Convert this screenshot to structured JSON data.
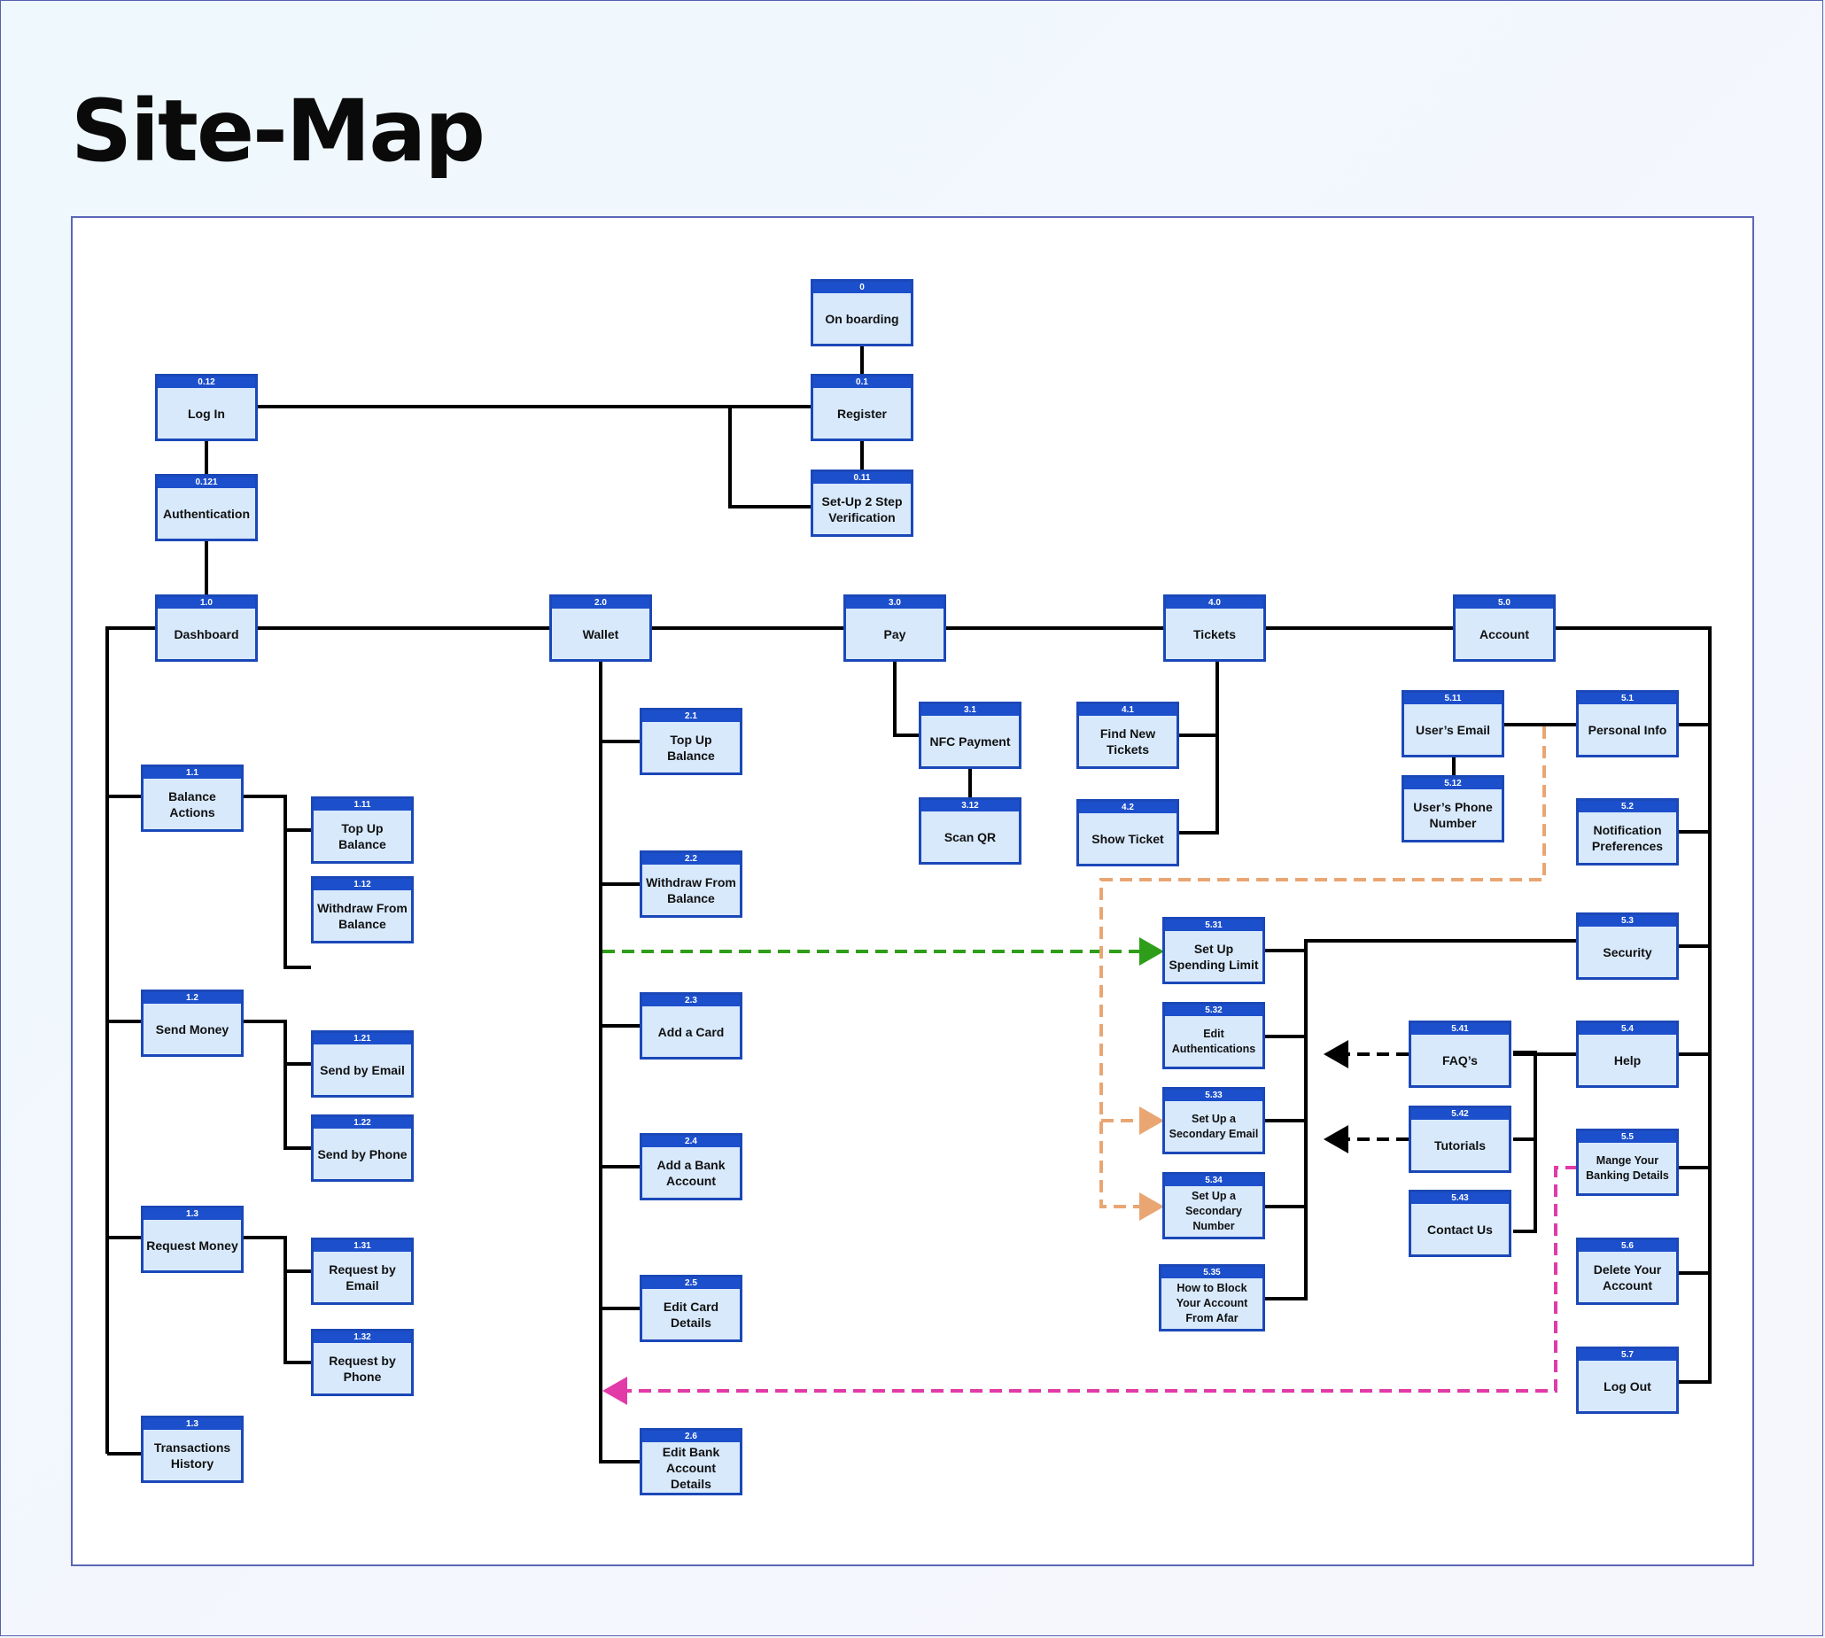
{
  "title": "Site-Map",
  "colors": {
    "node_fill": "#d8e9fc",
    "node_border": "#1b48b8",
    "code_bar": "#1c4fcb",
    "connector": "#000000",
    "green_link": "#2e9e1a",
    "orange_link": "#e9a673",
    "pink_link": "#e23aa8"
  },
  "nodes": [
    {
      "id": "onboarding",
      "code": "0",
      "label": "On boarding"
    },
    {
      "id": "register",
      "code": "0.1",
      "label": "Register"
    },
    {
      "id": "login",
      "code": "0.12",
      "label": "Log In"
    },
    {
      "id": "authentication",
      "code": "0.121",
      "label": "Authentication"
    },
    {
      "id": "setup-2step",
      "code": "0.11",
      "label": "Set-Up 2 Step Verification"
    },
    {
      "id": "dashboard",
      "code": "1.0",
      "label": "Dashboard"
    },
    {
      "id": "wallet",
      "code": "2.0",
      "label": "Wallet"
    },
    {
      "id": "pay",
      "code": "3.0",
      "label": "Pay"
    },
    {
      "id": "tickets",
      "code": "4.0",
      "label": "Tickets"
    },
    {
      "id": "account",
      "code": "5.0",
      "label": "Account"
    },
    {
      "id": "balance-actions",
      "code": "1.1",
      "label": "Balance Actions"
    },
    {
      "id": "top-up-balance-1",
      "code": "1.11",
      "label": "Top Up Balance"
    },
    {
      "id": "withdraw-from-balance-1",
      "code": "1.12",
      "label": "Withdraw From Balance"
    },
    {
      "id": "send-money",
      "code": "1.2",
      "label": "Send Money"
    },
    {
      "id": "send-by-email",
      "code": "1.21",
      "label": "Send by Email"
    },
    {
      "id": "send-by-phone",
      "code": "1.22",
      "label": "Send by Phone"
    },
    {
      "id": "request-money",
      "code": "1.3",
      "label": "Request Money"
    },
    {
      "id": "request-by-email",
      "code": "1.31",
      "label": "Request by Email"
    },
    {
      "id": "request-by-phone",
      "code": "1.32",
      "label": "Request by Phone"
    },
    {
      "id": "transactions-history",
      "code": "1.3",
      "label": "Transactions History"
    },
    {
      "id": "top-up-balance-2",
      "code": "2.1",
      "label": "Top Up Balance"
    },
    {
      "id": "withdraw-from-balance-2",
      "code": "2.2",
      "label": "Withdraw From Balance"
    },
    {
      "id": "add-a-card",
      "code": "2.3",
      "label": "Add a Card"
    },
    {
      "id": "add-a-bank-account",
      "code": "2.4",
      "label": "Add a Bank Account"
    },
    {
      "id": "edit-card-details",
      "code": "2.5",
      "label": "Edit Card Details"
    },
    {
      "id": "edit-bank-account-details",
      "code": "2.6",
      "label": "Edit Bank Account Details"
    },
    {
      "id": "nfc-payment",
      "code": "3.1",
      "label": "NFC Payment"
    },
    {
      "id": "scan-qr",
      "code": "3.12",
      "label": "Scan QR"
    },
    {
      "id": "find-new-tickets",
      "code": "4.1",
      "label": "Find New Tickets"
    },
    {
      "id": "show-ticket",
      "code": "4.2",
      "label": "Show Ticket"
    },
    {
      "id": "users-email",
      "code": "5.11",
      "label": "User’s Email"
    },
    {
      "id": "users-phone-number",
      "code": "5.12",
      "label": "User’s Phone Number"
    },
    {
      "id": "personal-info",
      "code": "5.1",
      "label": "Personal Info"
    },
    {
      "id": "notification-preferences",
      "code": "5.2",
      "label": "Notification Preferences"
    },
    {
      "id": "security",
      "code": "5.3",
      "label": "Security"
    },
    {
      "id": "set-up-spending-limit",
      "code": "5.31",
      "label": "Set Up Spending Limit"
    },
    {
      "id": "edit-authentications",
      "code": "5.32",
      "label": "Edit Authentications"
    },
    {
      "id": "set-up-secondary-email",
      "code": "5.33",
      "label": "Set Up a Secondary Email"
    },
    {
      "id": "set-up-secondary-number",
      "code": "5.34",
      "label": "Set Up a Secondary Number"
    },
    {
      "id": "block-account-from-afar",
      "code": "5.35",
      "label": "How to Block Your Account From Afar"
    },
    {
      "id": "help",
      "code": "5.4",
      "label": "Help"
    },
    {
      "id": "faqs",
      "code": "5.41",
      "label": "FAQ’s"
    },
    {
      "id": "tutorials",
      "code": "5.42",
      "label": "Tutorials"
    },
    {
      "id": "contact-us",
      "code": "5.43",
      "label": "Contact Us"
    },
    {
      "id": "manage-banking-details",
      "code": "5.5",
      "label": "Mange Your Banking Details"
    },
    {
      "id": "delete-account",
      "code": "5.6",
      "label": "Delete Your Account"
    },
    {
      "id": "log-out",
      "code": "5.7",
      "label": "Log Out"
    }
  ]
}
